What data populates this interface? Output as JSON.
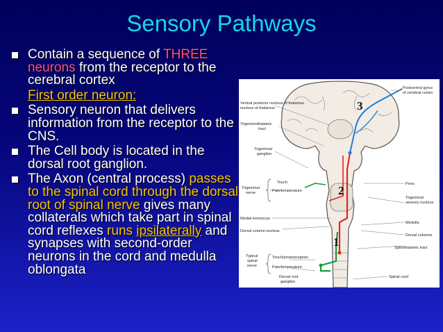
{
  "title": "Sensory Pathways",
  "bullet1": {
    "pre": "Contain a sequence of ",
    "hl": "THREE neurons",
    "post": " from the receptor to the cerebral cortex"
  },
  "first_order": "First order neuron:",
  "bullet2": "Sensory neuron that delivers information from the receptor to the CNS.",
  "bullet3": "The Cell body is located in the dorsal root ganglion.",
  "bullet4": {
    "t1": "The Axon (central process) ",
    "t2": "passes to the spinal cord through the dorsal root of spinal nerve",
    "t3": " gives many collaterals which take part in spinal cord reflexes ",
    "t4": "runs",
    "t5": " ",
    "t6": "ipsilaterally",
    "t7": " and synapses with second-order neurons in the cord and medulla oblongata"
  },
  "figure": {
    "labels": {
      "vpn": "Ventral posterior nucleus of thalamus",
      "vpn2": "nucleus of thalamus",
      "pcg": "Postcentral gyrus",
      "pcg2": "of cerebral cortex",
      "ttt": "Trigeminothalamic",
      "ttt2": "tract",
      "tg": "Trigeminal",
      "tg2": "ganglion",
      "tn": "Trigeminal",
      "tn2": "nerve",
      "touch": "Touch",
      "pain": "Pain/temperature",
      "pons": "Pons",
      "tsn": "Trigeminal",
      "tsn2": "sensory nucleus",
      "ml": "Medial lemniscus",
      "dcn": "Dorsal column nucleus",
      "medulla": "Medulla",
      "dc": "Dorsal columns",
      "sst": "Spinothalamic tract",
      "tsp": "Typical",
      "tsp2": "spinal",
      "tsp3": "nerve",
      "tp": "Touch/proprioception",
      "pt2": "Pain/temperature",
      "drg": "Dorsal root",
      "drg2": "ganglion",
      "sc": "Spinal cord"
    },
    "numbers": [
      "3",
      "2",
      "1"
    ],
    "colors": {
      "first": "#1a9a3a",
      "second": "#e8221b",
      "third": "#1a7fd6"
    }
  }
}
